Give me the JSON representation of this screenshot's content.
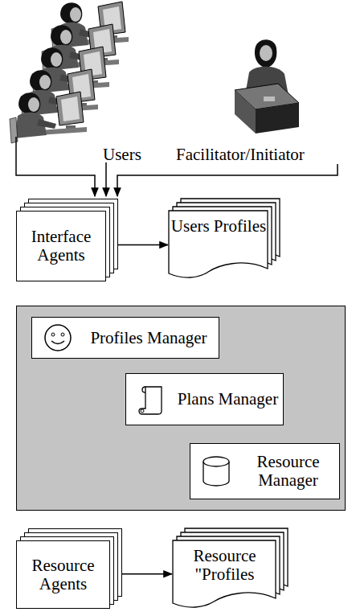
{
  "diagram": {
    "nodes": [
      {
        "text": [
          "Interface Agents"
        ]
      },
      {
        "text": [
          "Users Profiles"
        ]
      },
      {
        "text": []
      },
      {
        "text": [
          "Profiles Manager"
        ],
        "in": 2
      },
      {
        "text": [
          "Plans Manager"
        ],
        "in": 2
      },
      {
        "text": [
          "Resource Manager"
        ],
        "in": 2
      },
      {
        "text": [
          "Resource Agents"
        ]
      },
      {
        "text": [
          "Resource \"Profiles"
        ]
      }
    ],
    "edges": [
      {
        "from": 0,
        "to": 1,
        "arrow": "both"
      },
      {
        "from": 6,
        "to": 7,
        "arrow": "both"
      }
    ],
    "labels": [
      "Users",
      "Facilitator/Initiator"
    ]
  }
}
